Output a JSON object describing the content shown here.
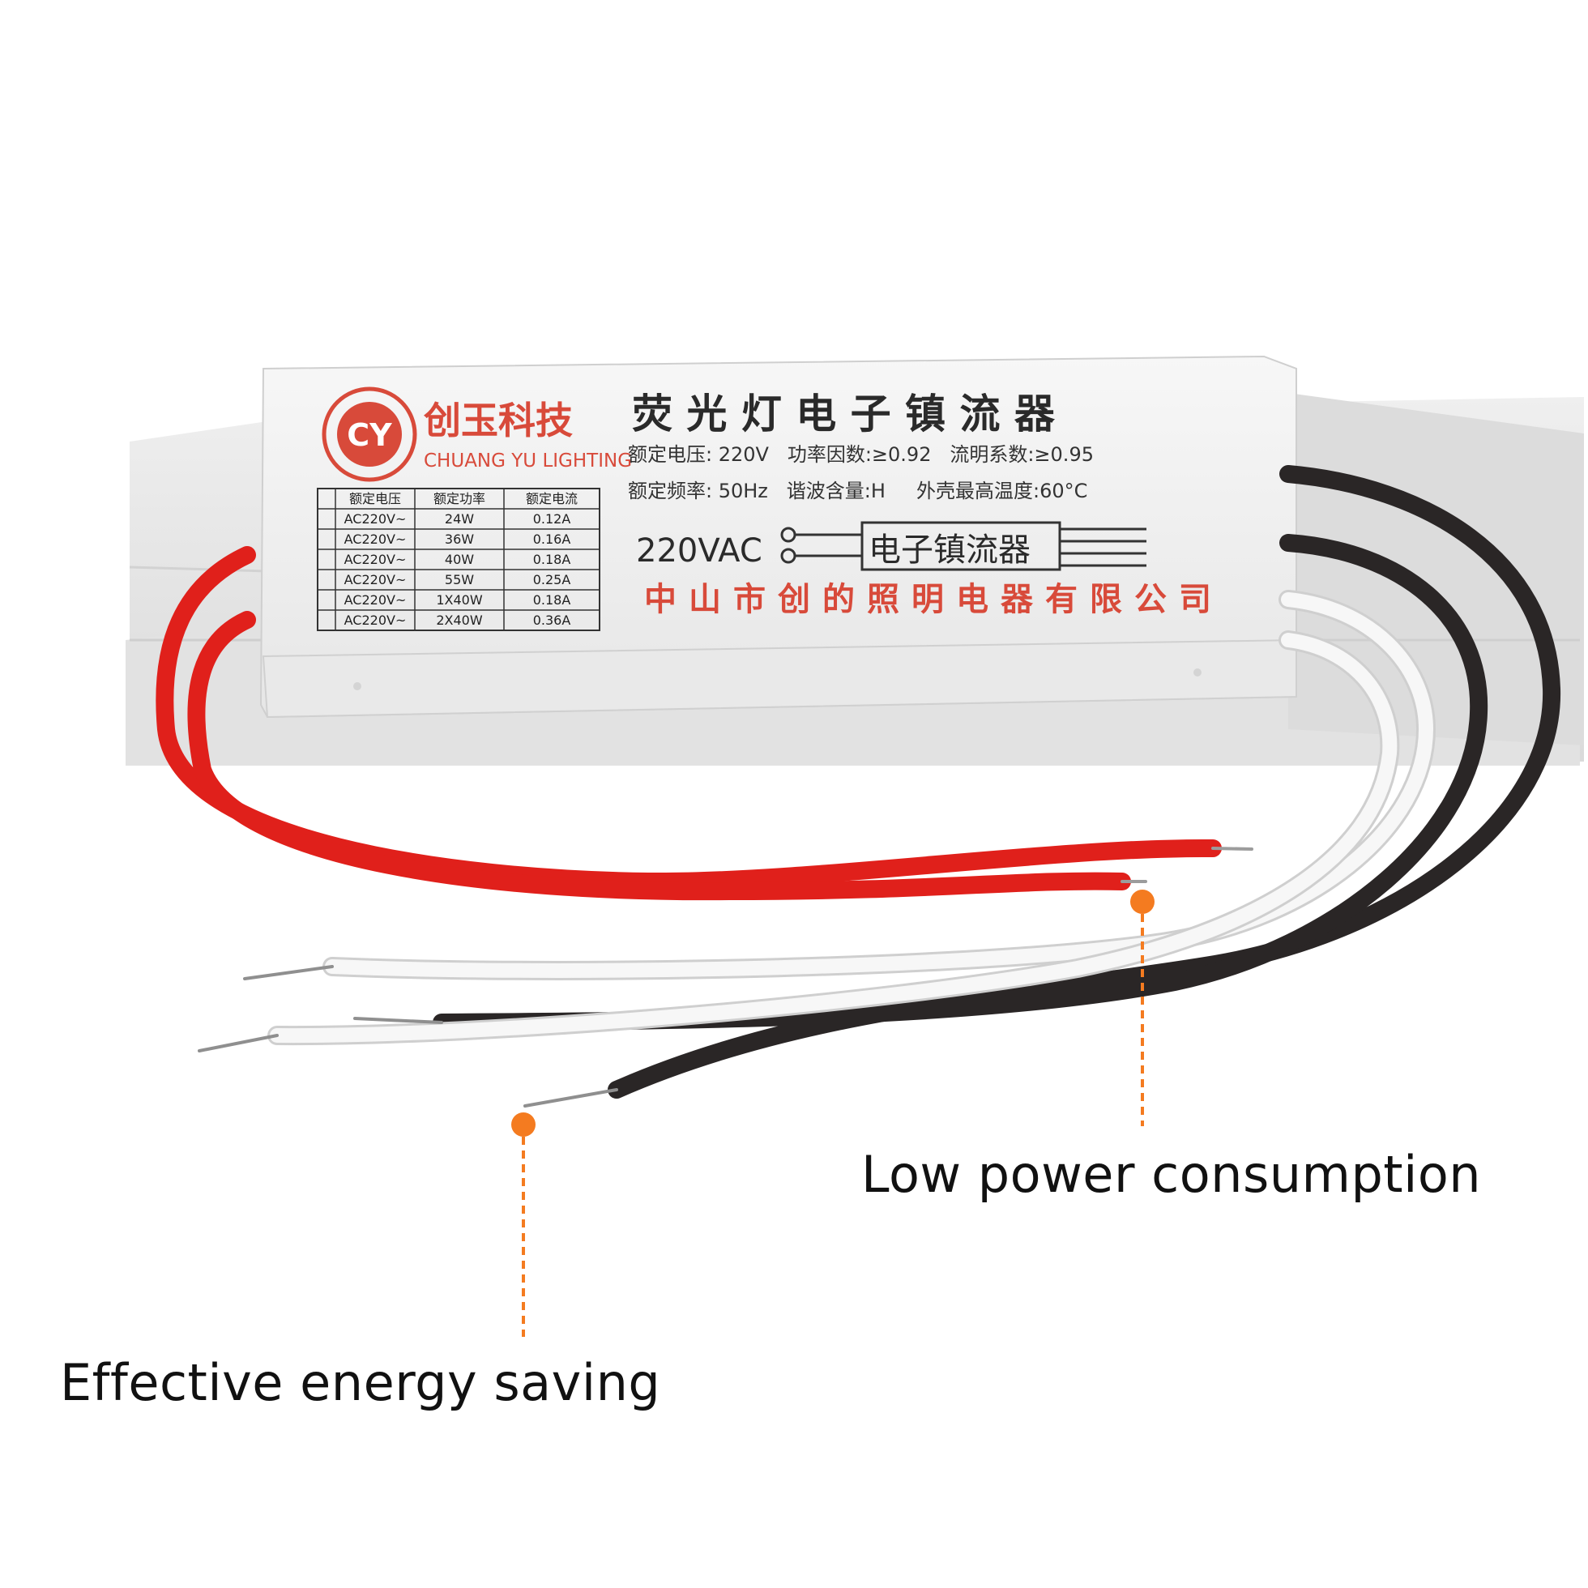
{
  "label": {
    "logo_initials": "CY",
    "brand_cn": "创玉科技",
    "brand_en": "CHUANG YU LIGHTING",
    "title_cn": "荧 光 灯 电 子 镇 流 器",
    "spec_line1": "额定电压: 220V   功率因数:≥0.92   流明系数:≥0.95",
    "spec_line2": "额定频率: 50Hz   谐波含量:H     外壳最高温度:60°C",
    "voltage": "220VAC",
    "schematic_label": "电子镇流器",
    "company_cn": "中山市创的照明电器有限公司",
    "table": {
      "headers": [
        "额定电压",
        "额定功率",
        "额定电流"
      ],
      "rows": [
        [
          "AC220V~",
          "24W",
          "0.12A"
        ],
        [
          "AC220V~",
          "36W",
          "0.16A"
        ],
        [
          "AC220V~",
          "40W",
          "0.18A"
        ],
        [
          "AC220V~",
          "55W",
          "0.25A"
        ],
        [
          "AC220V~",
          "1X40W",
          "0.18A"
        ],
        [
          "AC220V~",
          "2X40W",
          "0.36A"
        ]
      ]
    }
  },
  "callouts": {
    "low_power": "Low power consumption",
    "energy_saving": "Effective energy saving"
  },
  "colors": {
    "accent": "#f47b20",
    "wire_red": "#e0201b",
    "wire_black": "#2a2626",
    "wire_white": "#f4f4f4",
    "label_red": "#d84a3a"
  }
}
